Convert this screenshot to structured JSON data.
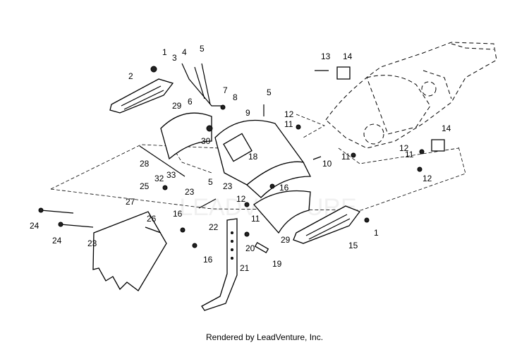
{
  "footer": "Rendered by LeadVenture, Inc.",
  "watermark": "LEADVENTURE",
  "callouts": [
    "1",
    "2",
    "3",
    "4",
    "5",
    "6",
    "7",
    "8",
    "9",
    "5",
    "12",
    "11",
    "13",
    "14",
    "29",
    "30",
    "18",
    "10",
    "28",
    "32",
    "33",
    "25",
    "23",
    "5",
    "23",
    "12",
    "16",
    "14",
    "12",
    "11",
    "12",
    "11",
    "24",
    "27",
    "26",
    "16",
    "22",
    "11",
    "1",
    "15",
    "24",
    "23",
    "16",
    "29",
    "20",
    "19",
    "21"
  ]
}
